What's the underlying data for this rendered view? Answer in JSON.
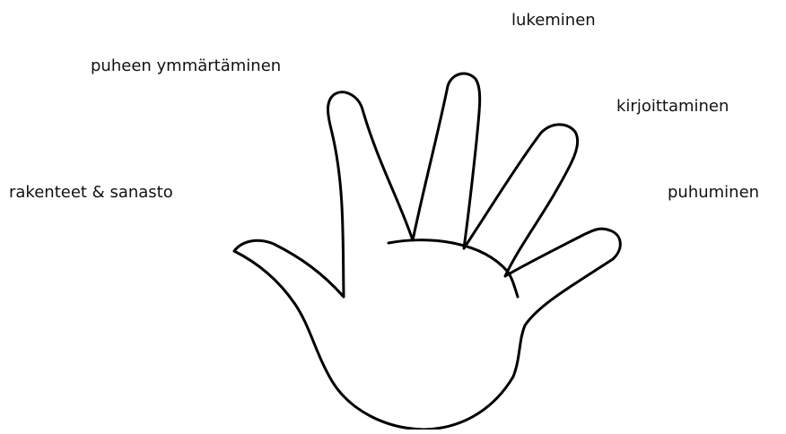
{
  "labels": {
    "reading": "lukeminen",
    "listening": "puheen ymmärtäminen",
    "writing": "kirjoittaminen",
    "structures": "rakenteet & sanasto",
    "speaking": "puhuminen"
  },
  "colors": {
    "outline": "#000000",
    "text": "#111111",
    "background": "#ffffff"
  }
}
